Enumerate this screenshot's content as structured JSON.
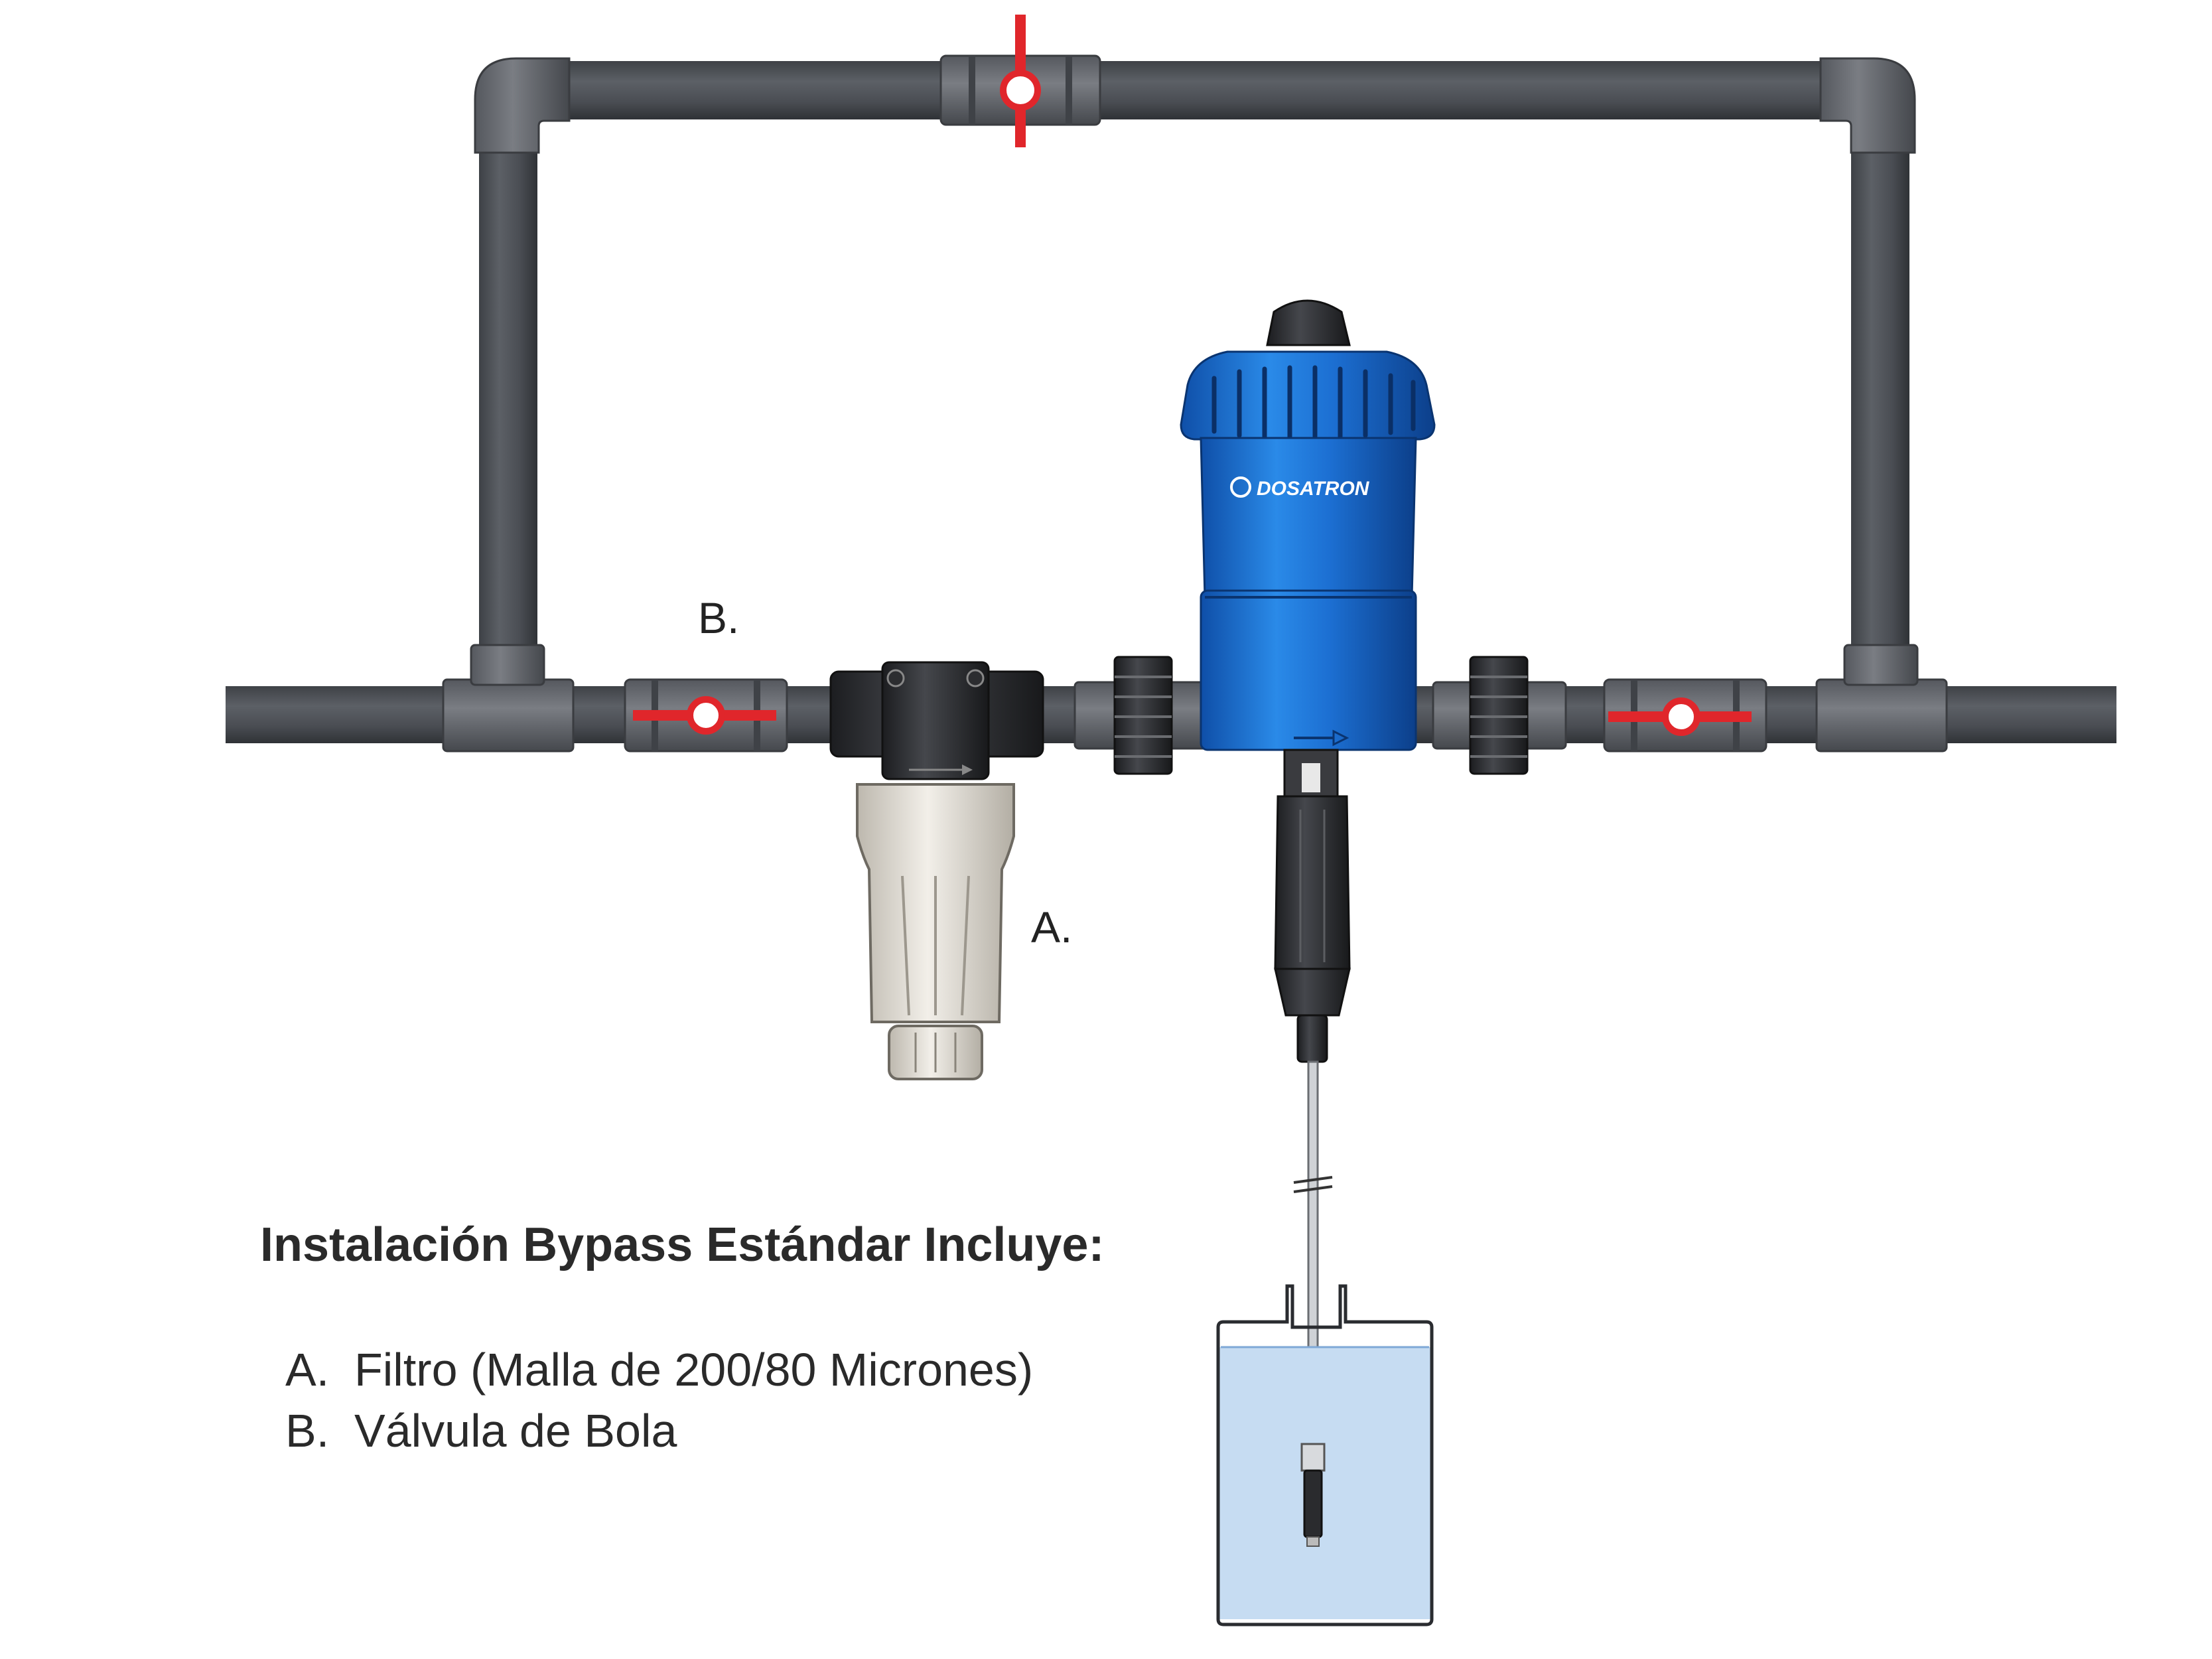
{
  "diagram": {
    "brand_logo_text": "DOSATRON",
    "callouts": {
      "valve_label": "B.",
      "filter_label": "A."
    },
    "legend": {
      "title": "Instalación Bypass Estándar Incluye:",
      "items": [
        {
          "letter": "A.",
          "text": "Filtro (Malla de 200/80 Micrones)"
        },
        {
          "letter": "B.",
          "text": "Válvula de Bola"
        }
      ]
    },
    "colors": {
      "pipe": "#505359",
      "pipe_fitting": "#6b6e74",
      "valve_handle": "#e0262b",
      "dosatron_blue": "#1e73d8",
      "filter_bowl": "#dedad2",
      "tank_liquid": "#c6dcf2"
    }
  }
}
